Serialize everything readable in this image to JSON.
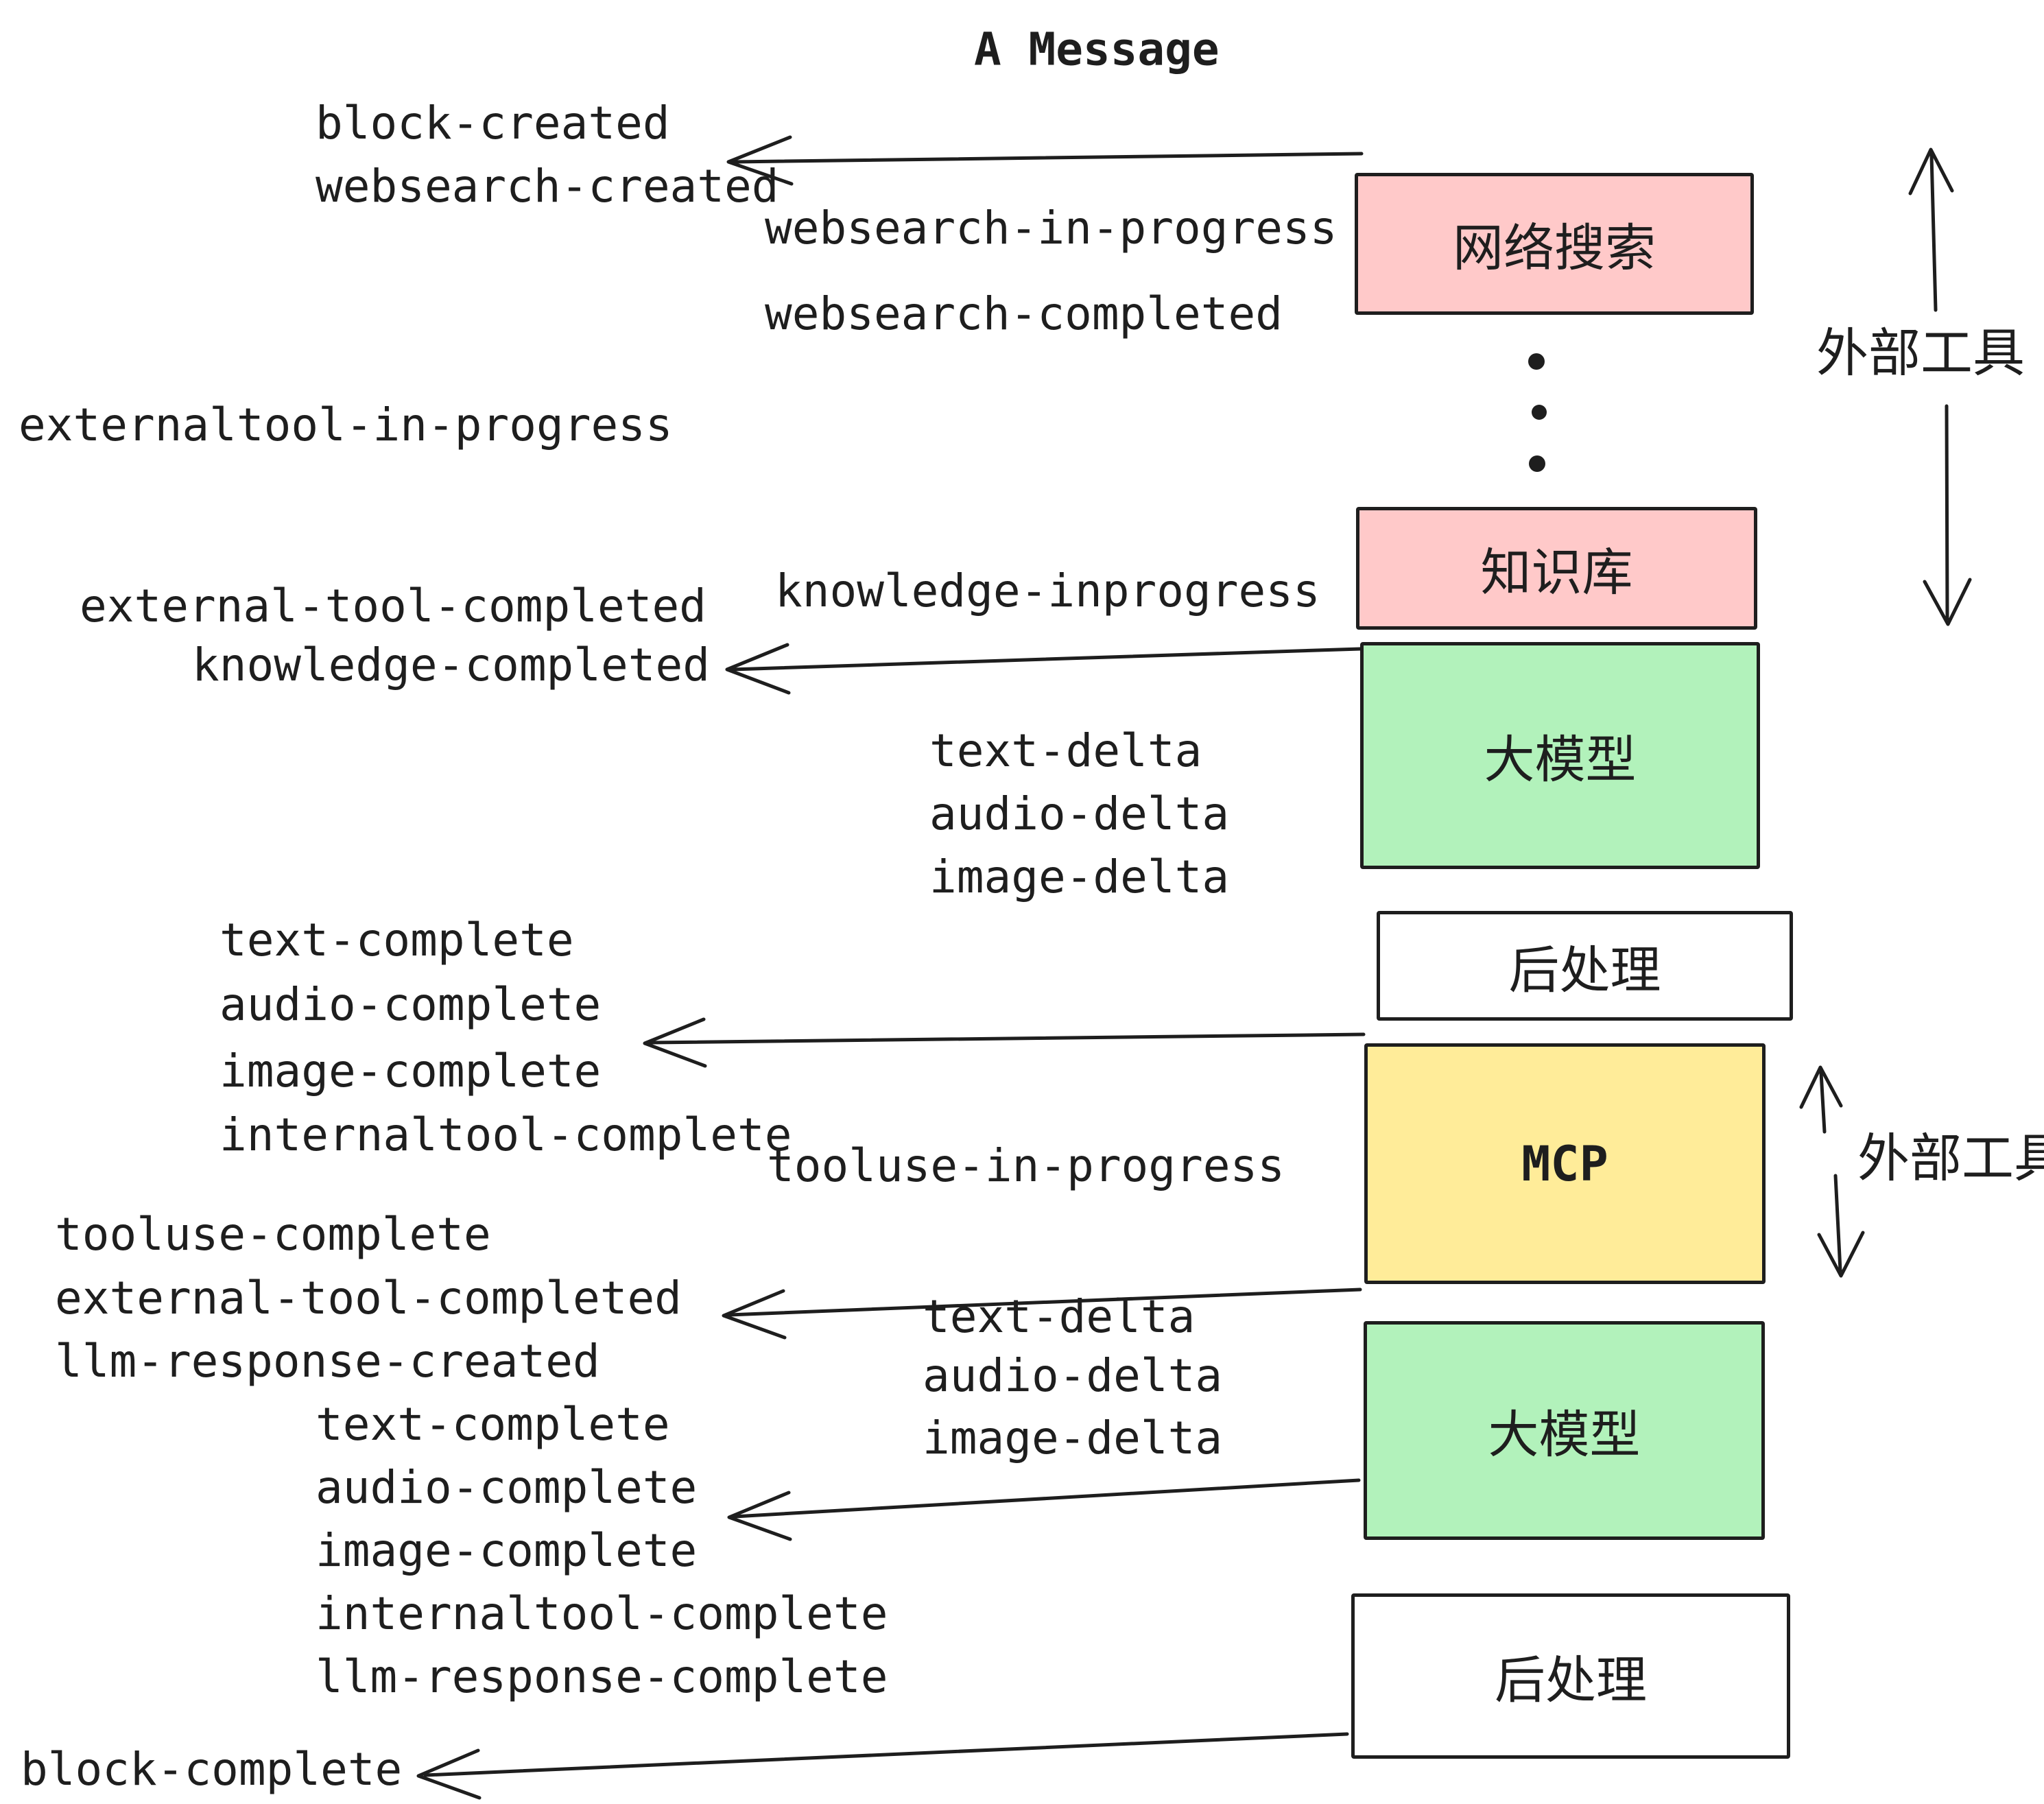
{
  "title": "A Message",
  "event_labels": [
    "block-created",
    "websearch-created",
    "websearch-in-progress",
    "websearch-completed",
    "externaltool-in-progress",
    "knowledge-inprogress",
    "external-tool-completed",
    "knowledge-completed",
    "text-delta",
    "audio-delta",
    "image-delta",
    "text-complete",
    "audio-complete",
    "image-complete",
    "internaltool-complete",
    "tooluse-in-progress",
    "tooluse-complete",
    "external-tool-completed",
    "llm-response-created",
    "text-complete",
    "audio-complete",
    "image-complete",
    "internaltool-complete",
    "llm-response-complete",
    "block-complete",
    "text-delta",
    "audio-delta",
    "image-delta"
  ],
  "boxes": [
    {
      "label": "网络搜索",
      "fill": "#ffc9c9"
    },
    {
      "label": "知识库",
      "fill": "#ffc9c9"
    },
    {
      "label": "大模型",
      "fill": "#b2f2bb"
    },
    {
      "label": "后处理",
      "fill": "#ffffff"
    },
    {
      "label": "MCP",
      "fill": "#ffec99"
    },
    {
      "label": "大模型",
      "fill": "#b2f2bb"
    },
    {
      "label": "后处理",
      "fill": "#ffffff"
    }
  ],
  "side_annotations": [
    {
      "label": "外部工具"
    },
    {
      "label": "外部工具"
    }
  ],
  "colors": {
    "stroke": "#1e1e1e",
    "box_pink": "#ffc9c9",
    "box_green": "#b2f2bb",
    "box_yellow": "#ffec99",
    "box_white": "#ffffff",
    "background": "#ffffff"
  }
}
